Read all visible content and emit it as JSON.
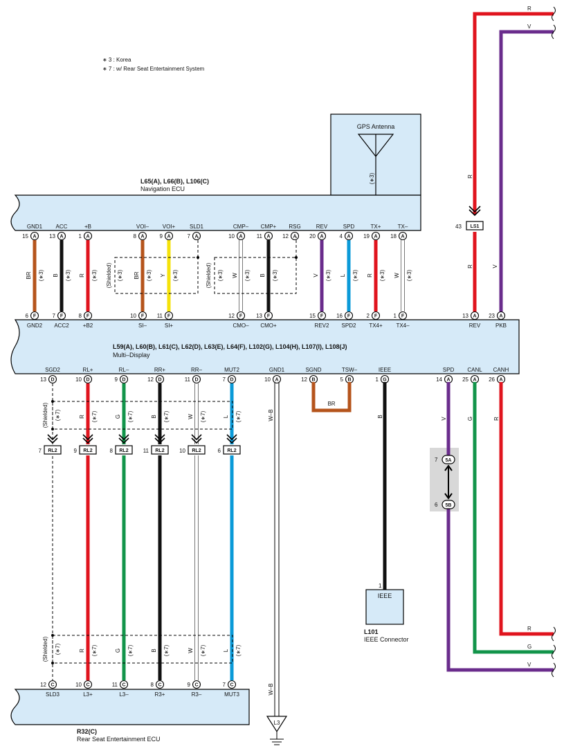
{
  "notes": [
    "∗ 3 : Korea",
    "∗ 7 : w/ Rear Seat Entertainment System"
  ],
  "gps": {
    "label": "GPS Antenna",
    "note": "(∗3)"
  },
  "nav": {
    "codes": "L65(A), L66(B), L106(C)",
    "name": "Navigation ECU"
  },
  "md": {
    "codes": "L59(A), L60(B), L61(C), L62(D), L63(E), L64(F), L102(G), L104(H), L107(I), L108(J)",
    "name": "Multi–Display"
  },
  "rse": {
    "codes": "R32(C)",
    "name": "Rear Seat Entertainment ECU"
  },
  "ieee": {
    "code": "L101",
    "name": "IEEE Connector",
    "box": "IEEE",
    "pin": "1"
  },
  "shielded": "(Shielded)",
  "nav_bottom_pins": [
    {
      "name": "GND1",
      "num": "15",
      "conn": "A"
    },
    {
      "name": "ACC",
      "num": "13",
      "conn": "A"
    },
    {
      "name": "+B",
      "num": "1",
      "conn": "A"
    },
    {
      "name": "VOI–",
      "num": "8",
      "conn": "A"
    },
    {
      "name": "VOI+",
      "num": "9",
      "conn": "A"
    },
    {
      "name": "SLD1",
      "num": "7",
      "conn": "A"
    },
    {
      "name": "CMP–",
      "num": "10",
      "conn": "A"
    },
    {
      "name": "CMP+",
      "num": "11",
      "conn": "A"
    },
    {
      "name": "RSG",
      "num": "12",
      "conn": "A"
    },
    {
      "name": "REV",
      "num": "20",
      "conn": "A"
    },
    {
      "name": "SPD",
      "num": "4",
      "conn": "A"
    },
    {
      "name": "TX+",
      "num": "19",
      "conn": "A"
    },
    {
      "name": "TX–",
      "num": "18",
      "conn": "A"
    }
  ],
  "md_top_pins": [
    {
      "name": "GND2",
      "num": "6",
      "conn": "F"
    },
    {
      "name": "ACC2",
      "num": "7",
      "conn": "F"
    },
    {
      "name": "+B2",
      "num": "8",
      "conn": "F"
    },
    {
      "name": "SI–",
      "num": "10",
      "conn": "F"
    },
    {
      "name": "SI+",
      "num": "11",
      "conn": "F"
    },
    {
      "name": "CMO–",
      "num": "12",
      "conn": "F"
    },
    {
      "name": "CMO+",
      "num": "13",
      "conn": "F"
    },
    {
      "name": "REV2",
      "num": "15",
      "conn": "F"
    },
    {
      "name": "SPD2",
      "num": "16",
      "conn": "F"
    },
    {
      "name": "TX4+",
      "num": "2",
      "conn": "F"
    },
    {
      "name": "TX4–",
      "num": "1",
      "conn": "F"
    },
    {
      "name": "REV",
      "num": "13",
      "conn": "A"
    },
    {
      "name": "PKB",
      "num": "23",
      "conn": "A"
    }
  ],
  "md_bottom_pins": [
    {
      "name": "SGD2",
      "num": "13",
      "conn": "D"
    },
    {
      "name": "RL+",
      "num": "10",
      "conn": "D"
    },
    {
      "name": "RL–",
      "num": "9",
      "conn": "D"
    },
    {
      "name": "RR+",
      "num": "12",
      "conn": "D"
    },
    {
      "name": "RR–",
      "num": "11",
      "conn": "D"
    },
    {
      "name": "MUT2",
      "num": "7",
      "conn": "D"
    },
    {
      "name": "GND1",
      "num": "10",
      "conn": "A"
    },
    {
      "name": "SGND",
      "num": "12",
      "conn": "B"
    },
    {
      "name": "TSW–",
      "num": "5",
      "conn": "B"
    },
    {
      "name": "IEEE",
      "num": "1",
      "conn": "G"
    },
    {
      "name": "SPD",
      "num": "14",
      "conn": "A"
    },
    {
      "name": "CANL",
      "num": "25",
      "conn": "A"
    },
    {
      "name": "CANH",
      "num": "26",
      "conn": "A"
    }
  ],
  "rse_pins": [
    {
      "name": "SLD3",
      "num": "12",
      "conn": "C"
    },
    {
      "name": "L3+",
      "num": "10",
      "conn": "C"
    },
    {
      "name": "L3–",
      "num": "11",
      "conn": "C"
    },
    {
      "name": "R3+",
      "num": "8",
      "conn": "C"
    },
    {
      "name": "R3–",
      "num": "9",
      "conn": "C"
    },
    {
      "name": "MUT3",
      "num": "7",
      "conn": "C"
    }
  ],
  "wires_nav_md": [
    {
      "color": "BR",
      "note": "(∗3)"
    },
    {
      "color": "B",
      "note": "(∗3)"
    },
    {
      "color": "R",
      "note": "(∗3)"
    },
    {
      "color": "BR",
      "note": "(∗3)"
    },
    {
      "color": "Y",
      "note": "(∗3)"
    },
    {
      "color": "W",
      "note": "(∗3)"
    },
    {
      "color": "B",
      "note": "(∗3)"
    },
    {
      "color": "V",
      "note": "(∗3)"
    },
    {
      "color": "L",
      "note": "(∗3)"
    },
    {
      "color": "R",
      "note": "(∗3)"
    },
    {
      "color": "W",
      "note": "(∗3)"
    }
  ],
  "shield_note_nav": [
    "(∗3)",
    "(∗3)"
  ],
  "wires_md_rl2": [
    {
      "color": "R",
      "note": "(∗7)"
    },
    {
      "color": "G",
      "note": "(∗7)"
    },
    {
      "color": "B",
      "note": "(∗7)"
    },
    {
      "color": "W",
      "note": "(∗7)"
    },
    {
      "color": "L",
      "note": "(∗7)"
    }
  ],
  "shield_note_rear": "(∗7)",
  "rl2": [
    {
      "num": "7",
      "label": "RL2"
    },
    {
      "num": "9",
      "label": "RL2"
    },
    {
      "num": "8",
      "label": "RL2"
    },
    {
      "num": "11",
      "label": "RL2"
    },
    {
      "num": "10",
      "label": "RL2"
    },
    {
      "num": "6",
      "label": "RL2"
    }
  ],
  "ls1": {
    "num": "43",
    "label": "LS1"
  },
  "gnd_wire": "W–B",
  "ground": "L3",
  "sgnd_wire": "BR",
  "ieee_wire": "B",
  "spd_wire": "V",
  "canl_wire": "G",
  "canh_wire": "R",
  "splice": [
    {
      "num": "7",
      "label": "5A"
    },
    {
      "num": "6",
      "label": "5B"
    }
  ],
  "right_wires": [
    "R",
    "V",
    "R",
    "V"
  ],
  "right_exits": [
    "R",
    "V",
    "R",
    "G",
    "V"
  ]
}
